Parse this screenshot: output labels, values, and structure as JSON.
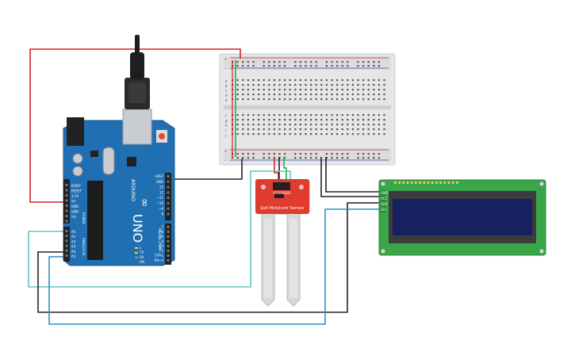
{
  "arduino": {
    "brand": "ARDUINO",
    "model": "UNO",
    "logo": "infinity-logo",
    "power_header_label": "POWER",
    "analog_header_label": "ANALOG IN",
    "digital_header_label": "DIGITAL (PWM ~)",
    "power_pins": [
      "IOREF",
      "RESET",
      "3.3V",
      "5V",
      "GND",
      "GND",
      "Vin"
    ],
    "analog_pins": [
      "A0",
      "A1",
      "A2",
      "A3",
      "A4",
      "A5"
    ],
    "top_pins": [
      "AREF",
      "GND",
      "13",
      "12",
      "~11",
      "~10",
      "~9",
      "8"
    ],
    "digital_pins": [
      "7",
      "~6",
      "~5",
      "4",
      "~3",
      "2",
      "TX→1",
      "RX←0"
    ],
    "led_labels": [
      "L",
      "TX",
      "RX",
      "ON"
    ]
  },
  "breadboard": {
    "row_letters_top": [
      "a",
      "b",
      "c",
      "d",
      "e"
    ],
    "row_letters_bottom": [
      "f",
      "g",
      "h",
      "i",
      "j"
    ],
    "rail_plus": "+",
    "rail_minus": "-"
  },
  "sensor": {
    "title": "Soil Moisture Sensor",
    "pins": [
      "VCC",
      "GND",
      "SIG"
    ]
  },
  "lcd": {
    "pins": [
      "GND",
      "VCC",
      "SDA",
      "SCL"
    ]
  },
  "colors": {
    "wire_red": "#d6202a",
    "wire_black": "#222222",
    "wire_green": "#2fa84a",
    "wire_teal": "#5ec6c0",
    "wire_blue": "#2b8fc4",
    "board_blue": "#1f6fb2",
    "sensor_red": "#e03b2f",
    "lcd_green": "#3aa64a",
    "lcd_screen": "#17215f"
  }
}
